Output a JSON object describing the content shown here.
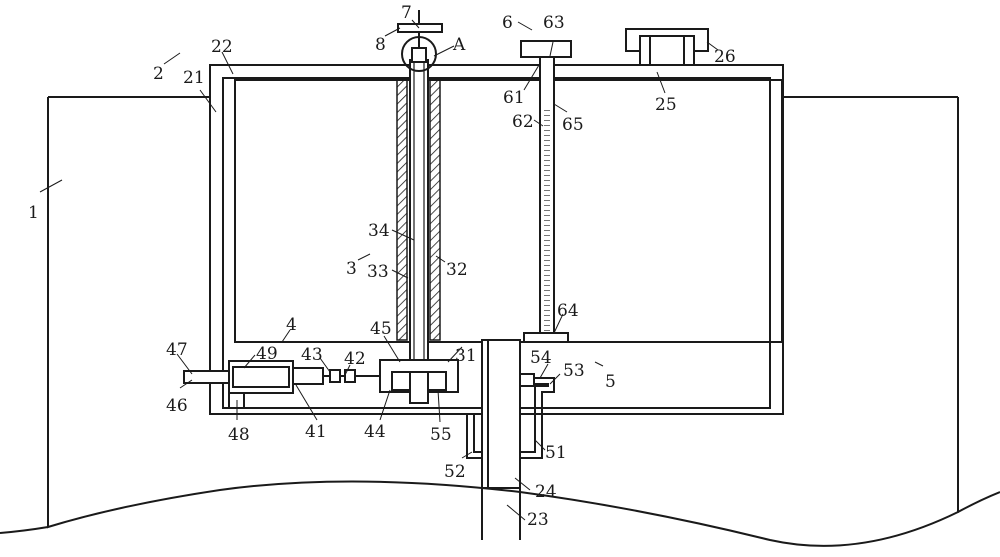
{
  "labels": {
    "l1": "1",
    "l2": "2",
    "l21": "21",
    "l22": "22",
    "l23": "23",
    "l24": "24",
    "l25": "25",
    "l26": "26",
    "l3": "3",
    "l31": "31",
    "l32": "32",
    "l33": "33",
    "l34": "34",
    "l4": "4",
    "l41": "41",
    "l42": "42",
    "l43": "43",
    "l44": "44",
    "l45": "45",
    "l46": "46",
    "l47": "47",
    "l48": "48",
    "l49": "49",
    "l5": "5",
    "l51": "51",
    "l52": "52",
    "l53": "53",
    "l54": "54",
    "l55": "55",
    "l6": "6",
    "l61": "61",
    "l62": "62",
    "l63": "63",
    "l64": "64",
    "l65": "65",
    "l7": "7",
    "l8": "8",
    "lA": "A"
  }
}
